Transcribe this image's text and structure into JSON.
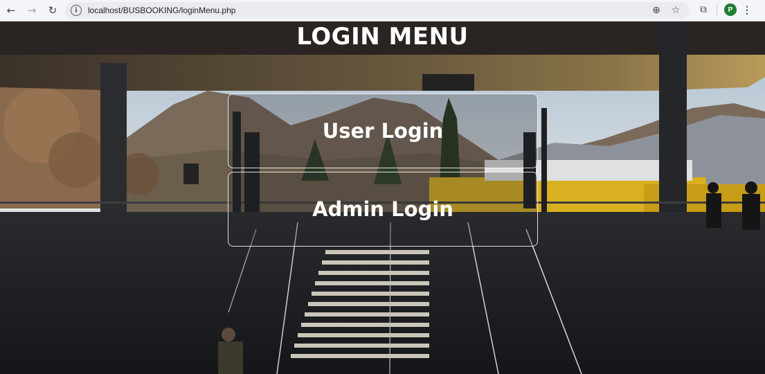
{
  "browser": {
    "url": "localhost/BUSBOOKING/loginMenu.php",
    "profile_initial": "P",
    "icons": {
      "back": "back-arrow-icon",
      "forward": "forward-arrow-icon",
      "reload": "reload-icon",
      "site_info": "info-icon",
      "zoom": "zoom-icon",
      "bookmark": "star-icon",
      "extensions": "puzzle-icon",
      "menu": "kebab-menu-icon"
    }
  },
  "page": {
    "title": "LOGIN MENU",
    "buttons": {
      "user_login": "User Login",
      "admin_login": "Admin Login"
    }
  },
  "colors": {
    "card_border": "#ffffff",
    "title_text": "#ffffff",
    "avatar_bg": "#1e7e34"
  }
}
